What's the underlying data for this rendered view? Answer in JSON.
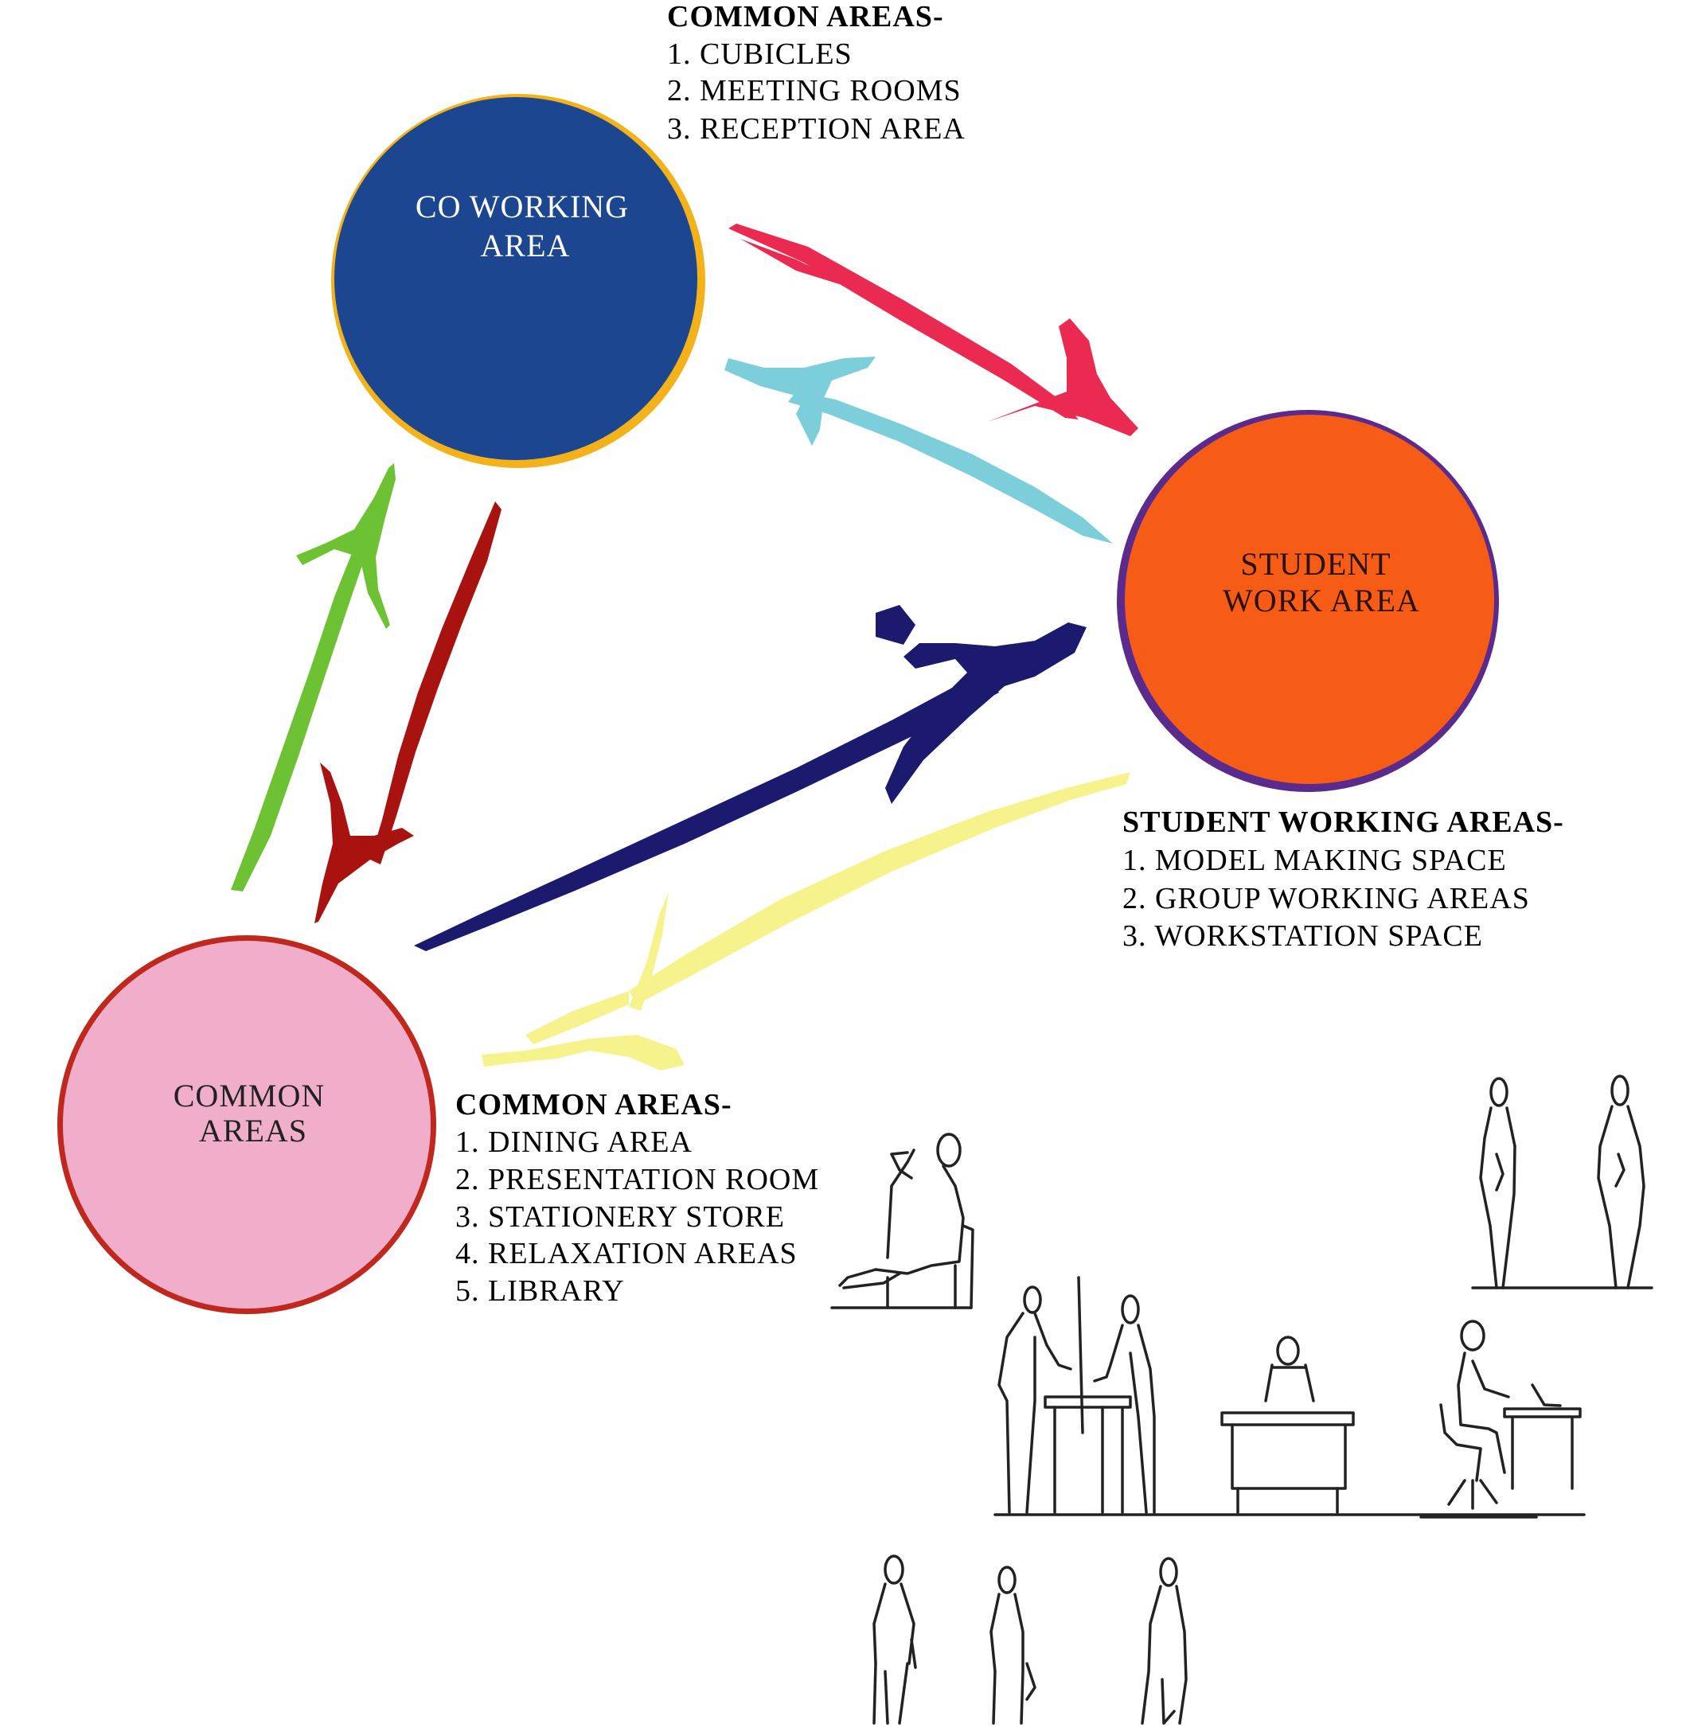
{
  "circles": {
    "coworking": {
      "line1": "CO WORKING",
      "line2": "AREA",
      "fill": "#1c4690",
      "outline": "#f3b21a",
      "text_color": "#ffffff"
    },
    "student": {
      "line1": "STUDENT",
      "line2": "WORK AREA",
      "fill": "#f75c17",
      "outline": "#5a2b8c",
      "text_color": "#2a1208"
    },
    "common": {
      "line1": "COMMON",
      "line2": "AREAS",
      "fill": "#f1aecb",
      "outline": "#c0281e",
      "text_color": "#222222"
    }
  },
  "lists": {
    "coworking": {
      "title": "COMMON AREAS-",
      "items": [
        "1. CUBICLES",
        "2. MEETING ROOMS",
        "3. RECEPTION AREA"
      ]
    },
    "student": {
      "title": "STUDENT WORKING AREAS-",
      "items": [
        "1. MODEL MAKING SPACE",
        "2. GROUP WORKING AREAS",
        "3. WORKSTATION SPACE"
      ]
    },
    "common": {
      "title": "COMMON AREAS-",
      "items": [
        "1. DINING AREA",
        "2. PRESENTATION ROOM",
        "3. STATIONERY STORE",
        "4. RELAXATION AREAS",
        "5. LIBRARY"
      ]
    }
  },
  "arrows": {
    "coworking_to_student": "#ea2a50",
    "student_to_coworking": "#7ccedb",
    "student_to_common": "#f6f28c",
    "common_to_student": "#1c1a6e",
    "common_to_coworking": "#6cc233",
    "coworking_to_common": "#a8130f"
  },
  "sketch_icons": [
    "seated-person-icon",
    "standing-people-icon",
    "standing-table-people-icon",
    "desk-person-icon",
    "office-chair-person-icon",
    "walking-people-icon"
  ]
}
